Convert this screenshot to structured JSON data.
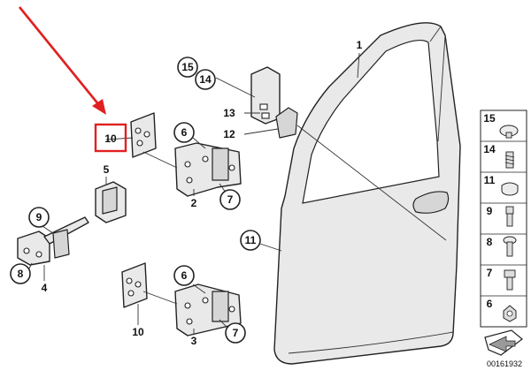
{
  "pointer": {
    "color": "#e02020"
  },
  "labels": {
    "door": "1",
    "hinge_upper": "2",
    "hinge_lower": "3",
    "check_strap": "4",
    "buffer": "5",
    "bolt_6a": "6",
    "bolt_6b": "6",
    "nut_7a": "7",
    "nut_7b": "7",
    "screw_8": "8",
    "screw_9": "9",
    "shim_10_top": "10",
    "shim_10_bottom": "10",
    "door_11": "11",
    "wedge_12": "12",
    "bracket_13": "13",
    "screw_14": "14",
    "cap_15": "15"
  },
  "legend": {
    "items": [
      {
        "number": "15",
        "icon": "cap-icon"
      },
      {
        "number": "14",
        "icon": "spring-screw-icon"
      },
      {
        "number": "11",
        "icon": "plug-icon"
      },
      {
        "number": "9",
        "icon": "flange-bolt-icon"
      },
      {
        "number": "8",
        "icon": "socket-screw-icon"
      },
      {
        "number": "7",
        "icon": "hex-bolt-icon"
      },
      {
        "number": "6",
        "icon": "hex-nut-icon"
      }
    ],
    "code": "00161932"
  }
}
